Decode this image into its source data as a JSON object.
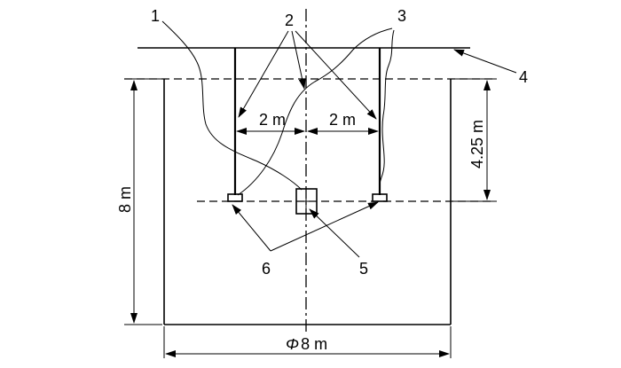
{
  "labels": {
    "callout_1": "1",
    "callout_2": "2",
    "callout_3": "3",
    "callout_4": "4",
    "callout_5": "5",
    "callout_6": "6"
  },
  "dimensions": {
    "left_spacing": "2 m",
    "right_spacing": "2 m",
    "depth": "4.25 m",
    "height": "8 m",
    "diameter_symbol": "Φ",
    "diameter": "8 m"
  }
}
